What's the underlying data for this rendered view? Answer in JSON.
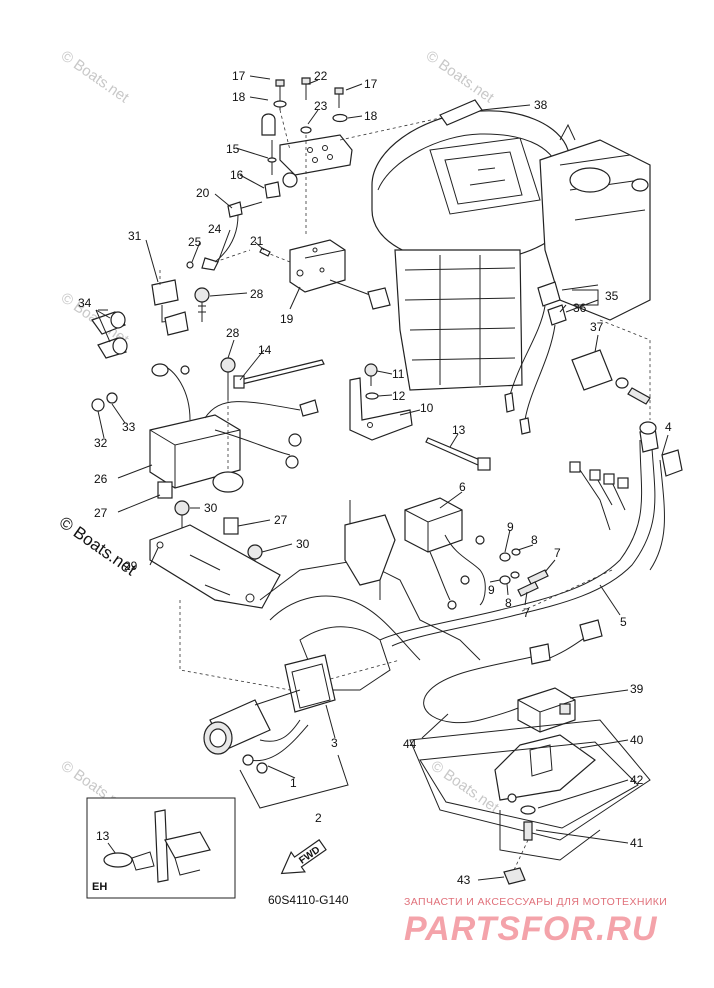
{
  "watermarks": {
    "boats_net": "© Boats.net"
  },
  "callouts": [
    {
      "id": "c1",
      "label": "1"
    },
    {
      "id": "c2",
      "label": "2"
    },
    {
      "id": "c3",
      "label": "3"
    },
    {
      "id": "c4",
      "label": "4"
    },
    {
      "id": "c5",
      "label": "5"
    },
    {
      "id": "c6",
      "label": "6"
    },
    {
      "id": "c7a",
      "label": "7"
    },
    {
      "id": "c7b",
      "label": "7"
    },
    {
      "id": "c8a",
      "label": "8"
    },
    {
      "id": "c8b",
      "label": "8"
    },
    {
      "id": "c9a",
      "label": "9"
    },
    {
      "id": "c9b",
      "label": "9"
    },
    {
      "id": "c10",
      "label": "10"
    },
    {
      "id": "c11",
      "label": "11"
    },
    {
      "id": "c12",
      "label": "12"
    },
    {
      "id": "c13",
      "label": "13"
    },
    {
      "id": "c14",
      "label": "14"
    },
    {
      "id": "c15",
      "label": "15"
    },
    {
      "id": "c16",
      "label": "16"
    },
    {
      "id": "c17a",
      "label": "17"
    },
    {
      "id": "c17b",
      "label": "17"
    },
    {
      "id": "c18a",
      "label": "18"
    },
    {
      "id": "c18b",
      "label": "18"
    },
    {
      "id": "c19",
      "label": "19"
    },
    {
      "id": "c20",
      "label": "20"
    },
    {
      "id": "c21",
      "label": "21"
    },
    {
      "id": "c22",
      "label": "22"
    },
    {
      "id": "c23",
      "label": "23"
    },
    {
      "id": "c24",
      "label": "24"
    },
    {
      "id": "c25",
      "label": "25"
    },
    {
      "id": "c26",
      "label": "26"
    },
    {
      "id": "c27a",
      "label": "27"
    },
    {
      "id": "c27b",
      "label": "27"
    },
    {
      "id": "c28a",
      "label": "28"
    },
    {
      "id": "c28b",
      "label": "28"
    },
    {
      "id": "c29",
      "label": "29"
    },
    {
      "id": "c30a",
      "label": "30"
    },
    {
      "id": "c30b",
      "label": "30"
    },
    {
      "id": "c31",
      "label": "31"
    },
    {
      "id": "c32",
      "label": "32"
    },
    {
      "id": "c33",
      "label": "33"
    },
    {
      "id": "c34",
      "label": "34"
    },
    {
      "id": "c35",
      "label": "35"
    },
    {
      "id": "c36",
      "label": "36"
    },
    {
      "id": "c37",
      "label": "37"
    },
    {
      "id": "c38",
      "label": "38"
    },
    {
      "id": "c39",
      "label": "39"
    },
    {
      "id": "c40",
      "label": "40"
    },
    {
      "id": "c41",
      "label": "41"
    },
    {
      "id": "c42",
      "label": "42"
    },
    {
      "id": "c43",
      "label": "43"
    },
    {
      "id": "c44",
      "label": "44"
    },
    {
      "id": "inset13",
      "label": "13"
    }
  ],
  "inset": {
    "code": "EH"
  },
  "fwd_indicator": {
    "text": "FWD"
  },
  "drawing_code": "60S4110-G140",
  "branding": {
    "tagline": "ЗАПЧАСТИ И АКСЕССУАРЫ ДЛЯ МОТОТЕХНИКИ",
    "logo": "PARTSFOR.RU",
    "colors": {
      "logo": "#f4a3aa",
      "tagline": "#e0707a"
    }
  }
}
